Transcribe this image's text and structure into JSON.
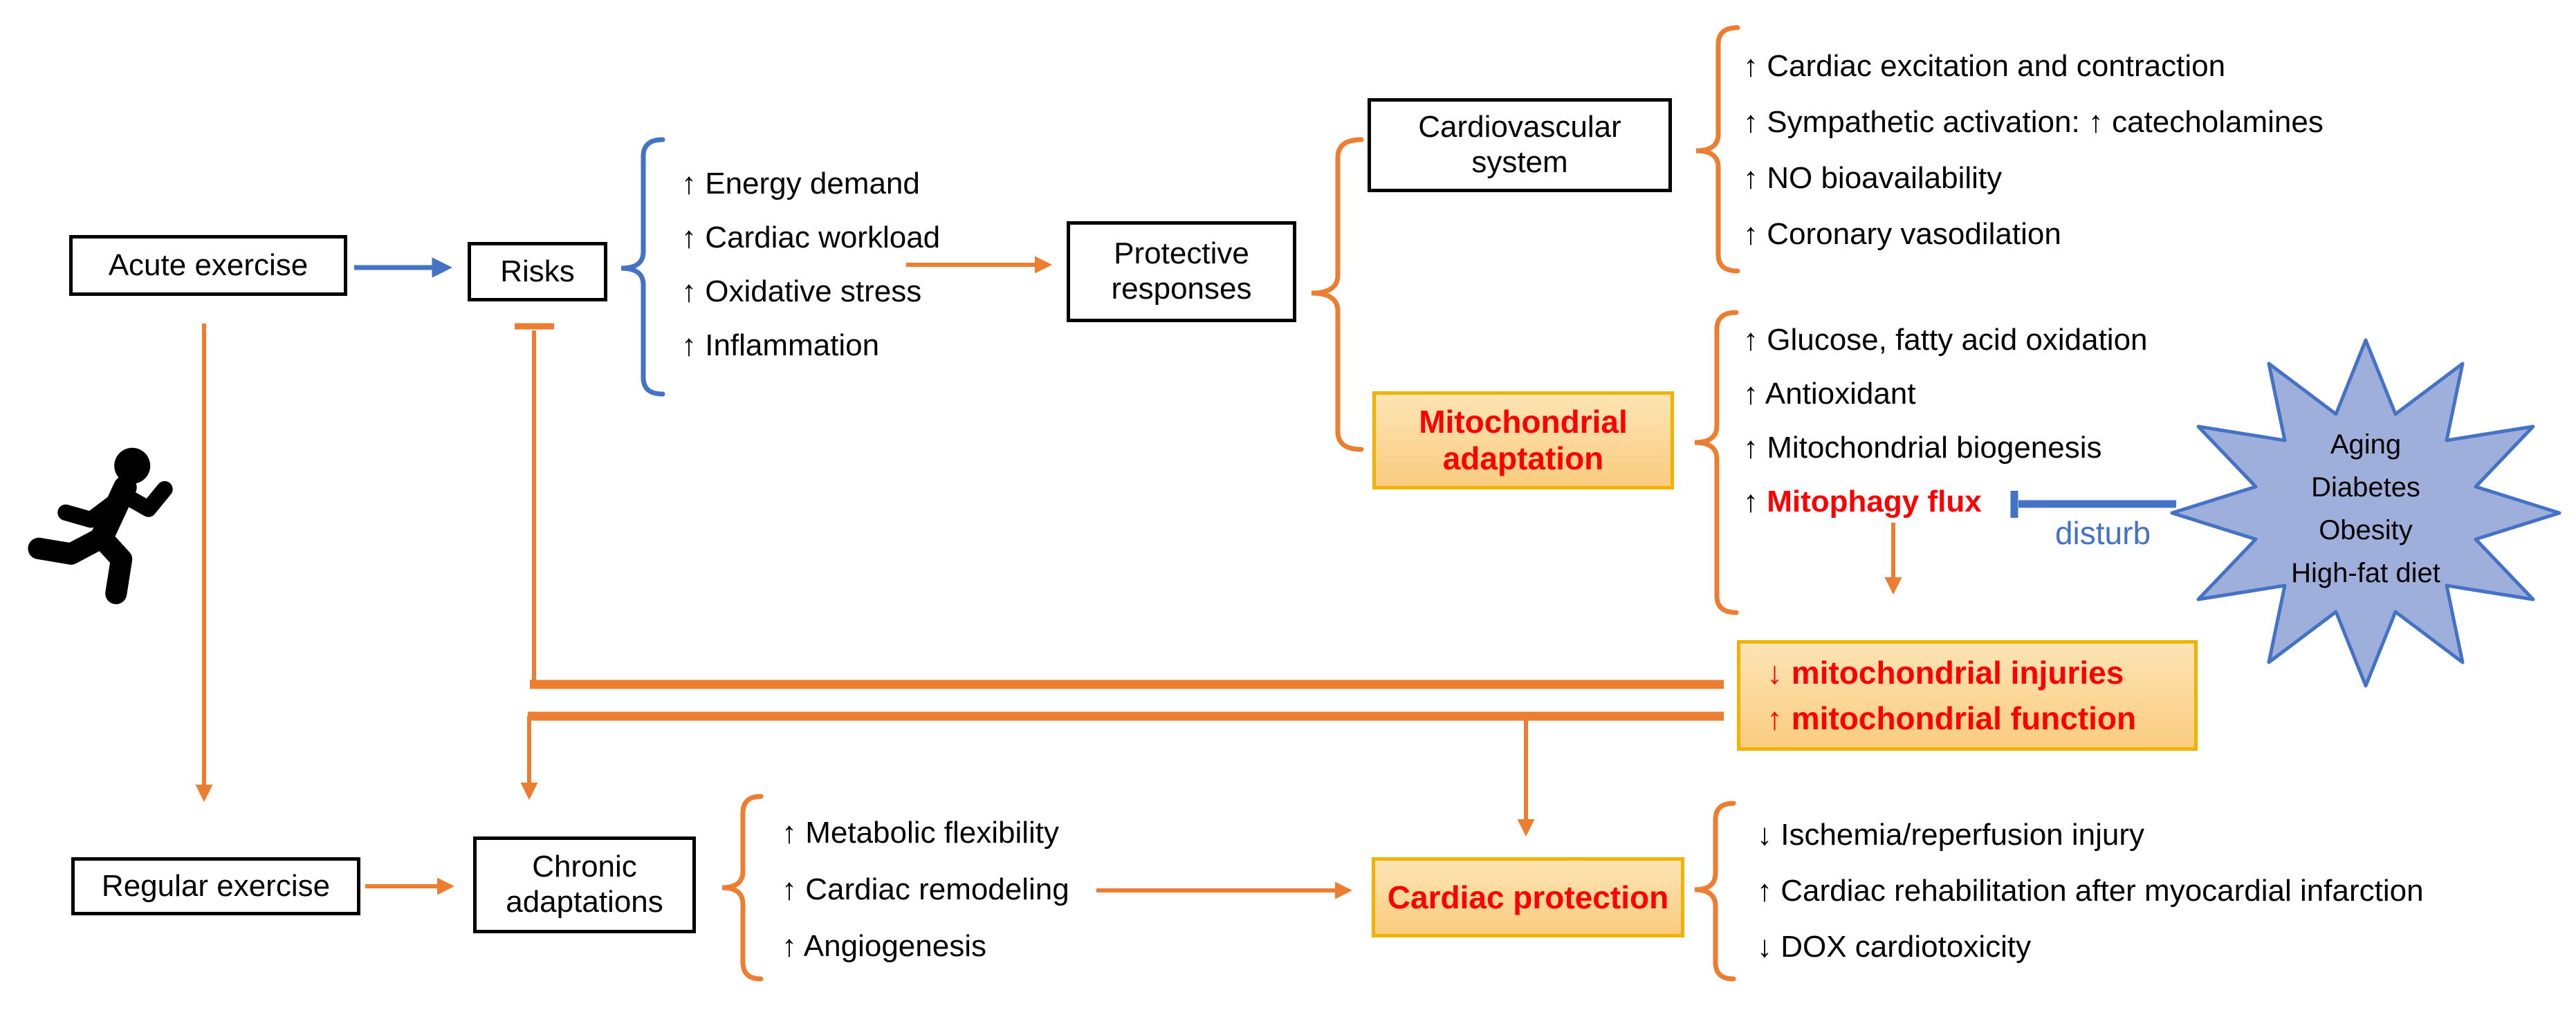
{
  "diagram": {
    "nodes": {
      "acute_exercise": "Acute exercise",
      "risks": "Risks",
      "protective_responses": "Protective responses",
      "cardiovascular_system": "Cardiovascular system",
      "mitochondrial_adaptation": "Mitochondrial adaptation",
      "regular_exercise": "Regular exercise",
      "chronic_adaptations": "Chronic adaptations",
      "cardiac_protection": "Cardiac protection"
    },
    "outcome_box": {
      "line1": "↓ mitochondrial injuries",
      "line2": "↑ mitochondrial function"
    },
    "lists": {
      "acute_risks": [
        "↑ Energy demand",
        "↑ Cardiac workload",
        "↑ Oxidative stress",
        "↑ Inflammation"
      ],
      "cardiovascular_effects": [
        "↑ Cardiac excitation and contraction",
        "↑ Sympathetic activation: ↑ catecholamines",
        "↑ NO bioavailability",
        "↑ Coronary vasodilation"
      ],
      "mitochondrial_effects": [
        "↑ Glucose, fatty acid oxidation",
        "↑ Antioxidant",
        "↑ Mitochondrial biogenesis"
      ],
      "mitophagy": {
        "prefix": "↑ ",
        "label": "Mitophagy flux"
      },
      "chronic_effects": [
        "↑ Metabolic flexibility",
        "↑ Cardiac remodeling",
        "↑ Angiogenesis"
      ],
      "protection_outcomes": [
        "↓ Ischemia/reperfusion injury",
        "↑ Cardiac rehabilitation after myocardial infarction",
        "↓ DOX cardiotoxicity"
      ]
    },
    "starburst": {
      "lines": [
        "Aging",
        "Diabetes",
        "Obesity",
        "High-fat diet"
      ]
    },
    "labels": {
      "disturb": "disturb"
    },
    "colors": {
      "orange": "#ED7D31",
      "blue": "#4472C4",
      "red": "#FF0000",
      "gold_border": "#F2B201",
      "yellow_fill_top": "#FDE4B4",
      "yellow_fill_bottom": "#FACC80",
      "star_fill": "#9FAFDB",
      "star_border": "#4472C4"
    }
  }
}
